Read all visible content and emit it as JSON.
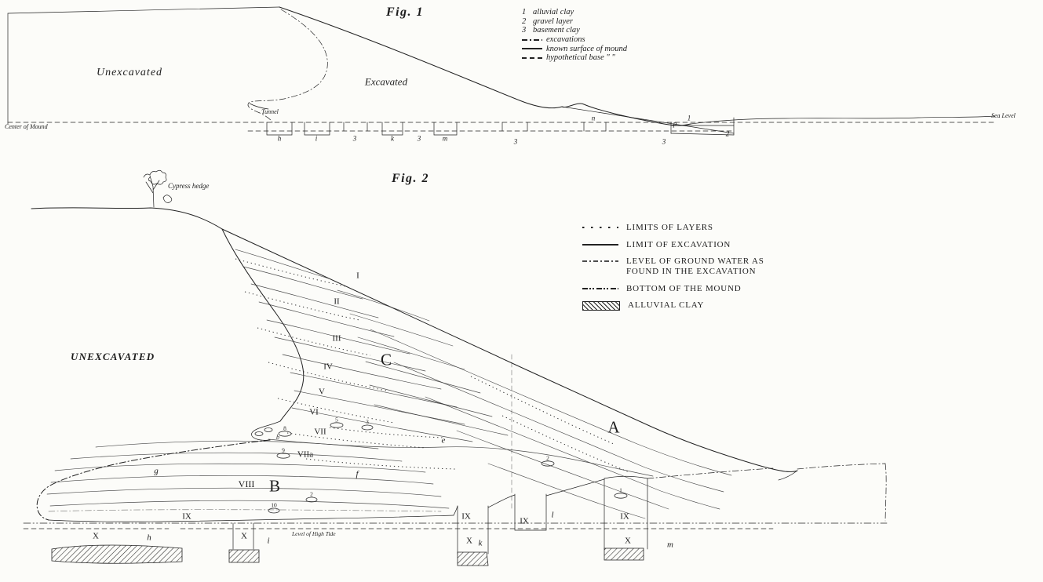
{
  "fig1": {
    "title": "Fig. 1",
    "legend": {
      "items": [
        {
          "key": "1",
          "label": "alluvial clay"
        },
        {
          "key": "2",
          "label": "gravel layer"
        },
        {
          "key": "3",
          "label": "basement clay"
        },
        {
          "key": "",
          "label": "excavations"
        },
        {
          "key": "",
          "label": "known surface of mound"
        },
        {
          "key": "",
          "label": "hypothetical base \"  \""
        }
      ]
    },
    "labels": {
      "unexcavated": "Unexcavated",
      "excavated": "Excavated",
      "tunnel": "Tunnel",
      "center_of_mound": "Center of Mound",
      "sea_level": "Sea Level"
    },
    "marks": [
      "h",
      "i",
      "3",
      "k",
      "3",
      "m",
      "3",
      "n",
      "p",
      "1",
      "3",
      "2"
    ]
  },
  "fig2": {
    "title": "Fig. 2",
    "labels": {
      "cypress_hedge": "Cypress hedge",
      "unexcavated": "UNEXCAVATED",
      "high_tide": "Level of High Tide"
    },
    "sections": {
      "a": "A",
      "b": "B",
      "c": "C"
    },
    "numerals": {
      "i": "I",
      "ii": "II",
      "iii": "III",
      "iv": "IV",
      "v": "V",
      "vi": "VI",
      "vii": "VII",
      "viia": "VIIa",
      "viii": "VIII",
      "ix": "IX",
      "x": "X"
    },
    "points": {
      "b": "b",
      "e": "e",
      "f": "f",
      "g": "g",
      "h": "h",
      "i": "i",
      "k": "k",
      "l": "l",
      "m": "m"
    },
    "finds": [
      "8",
      "5",
      "3",
      "9",
      "2",
      "1",
      "2",
      "10"
    ],
    "legend": {
      "items": [
        {
          "label": "LIMITS OF LAYERS"
        },
        {
          "label": "LIMIT OF EXCAVATION"
        },
        {
          "label": "LEVEL OF GROUND WATER AS FOUND IN THE EXCAVATION"
        },
        {
          "label": "BOTTOM OF THE MOUND"
        },
        {
          "label": "ALLUVIAL CLAY"
        }
      ]
    }
  }
}
